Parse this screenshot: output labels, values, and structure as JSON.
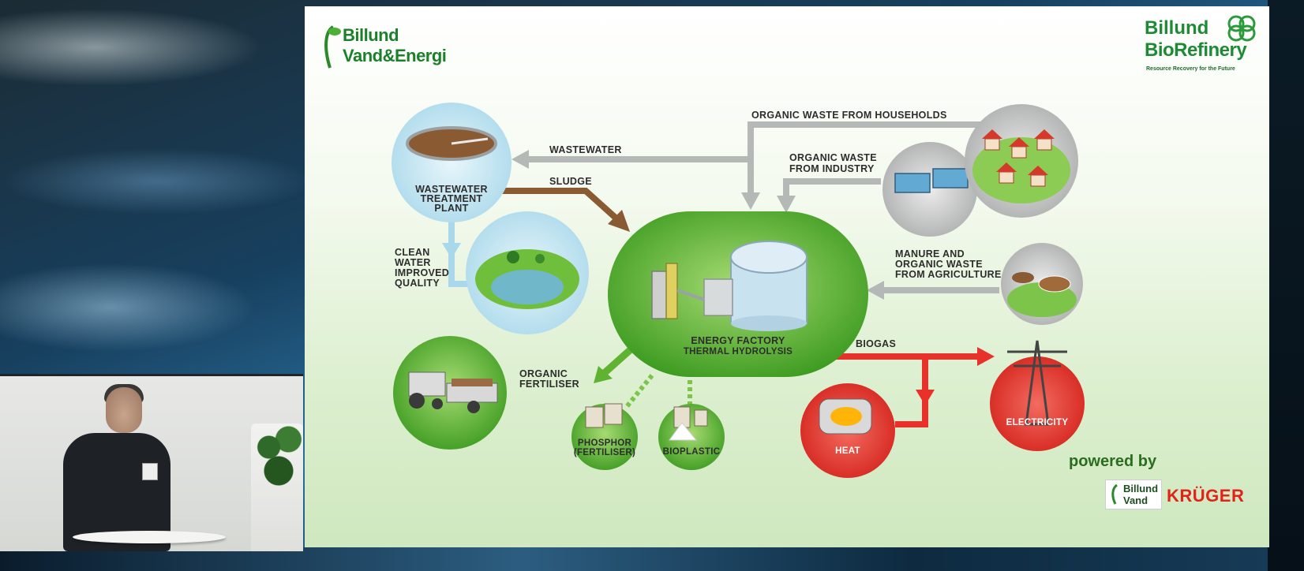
{
  "slide": {
    "logo_left": {
      "line1": "Billund",
      "line2": "Vand&Energi"
    },
    "logo_right": {
      "line1": "Billund",
      "line2": "BioRefinery",
      "tagline": "Resource Recovery for the Future"
    },
    "labels": {
      "organic_waste_households": "ORGANIC WASTE FROM HOUSEHOLDS",
      "organic_waste_industry_1": "ORGANIC WASTE",
      "organic_waste_industry_2": "FROM INDUSTRY",
      "wastewater": "WASTEWATER",
      "sludge": "SLUDGE",
      "wwtp_1": "WASTEWATER",
      "wwtp_2": "TREATMENT",
      "wwtp_3": "PLANT",
      "clean_1": "CLEAN",
      "clean_2": "WATER",
      "clean_3": "IMPROVED",
      "clean_4": "QUALITY",
      "manure_1": "MANURE AND",
      "manure_2": "ORGANIC WASTE",
      "manure_3": "FROM AGRICULTURE",
      "energy_factory": "ENERGY FACTORY",
      "thermal_hydrolysis": "THERMAL HYDROLYSIS",
      "biogas": "BIOGAS",
      "organic_fert_1": "ORGANIC",
      "organic_fert_2": "FERTILISER",
      "phosphor_1": "PHOSPHOR",
      "phosphor_2": "(FERTILISER)",
      "bioplastic": "BIOPLASTIC",
      "heat": "HEAT",
      "electricity": "ELECTRICITY"
    },
    "powered_by": "powered by",
    "partner_1_line1": "Billund",
    "partner_1_line2": "Vand",
    "partner_2": "KRÜGER"
  },
  "colors": {
    "green_dark": "#3f9a22",
    "green_light": "#8fcf55",
    "grey_arrow": "#b4b8b6",
    "brown_arrow": "#8a5a33",
    "light_blue": "#bfe3f1",
    "red": "#e8312a",
    "red_light": "#f07a70"
  }
}
